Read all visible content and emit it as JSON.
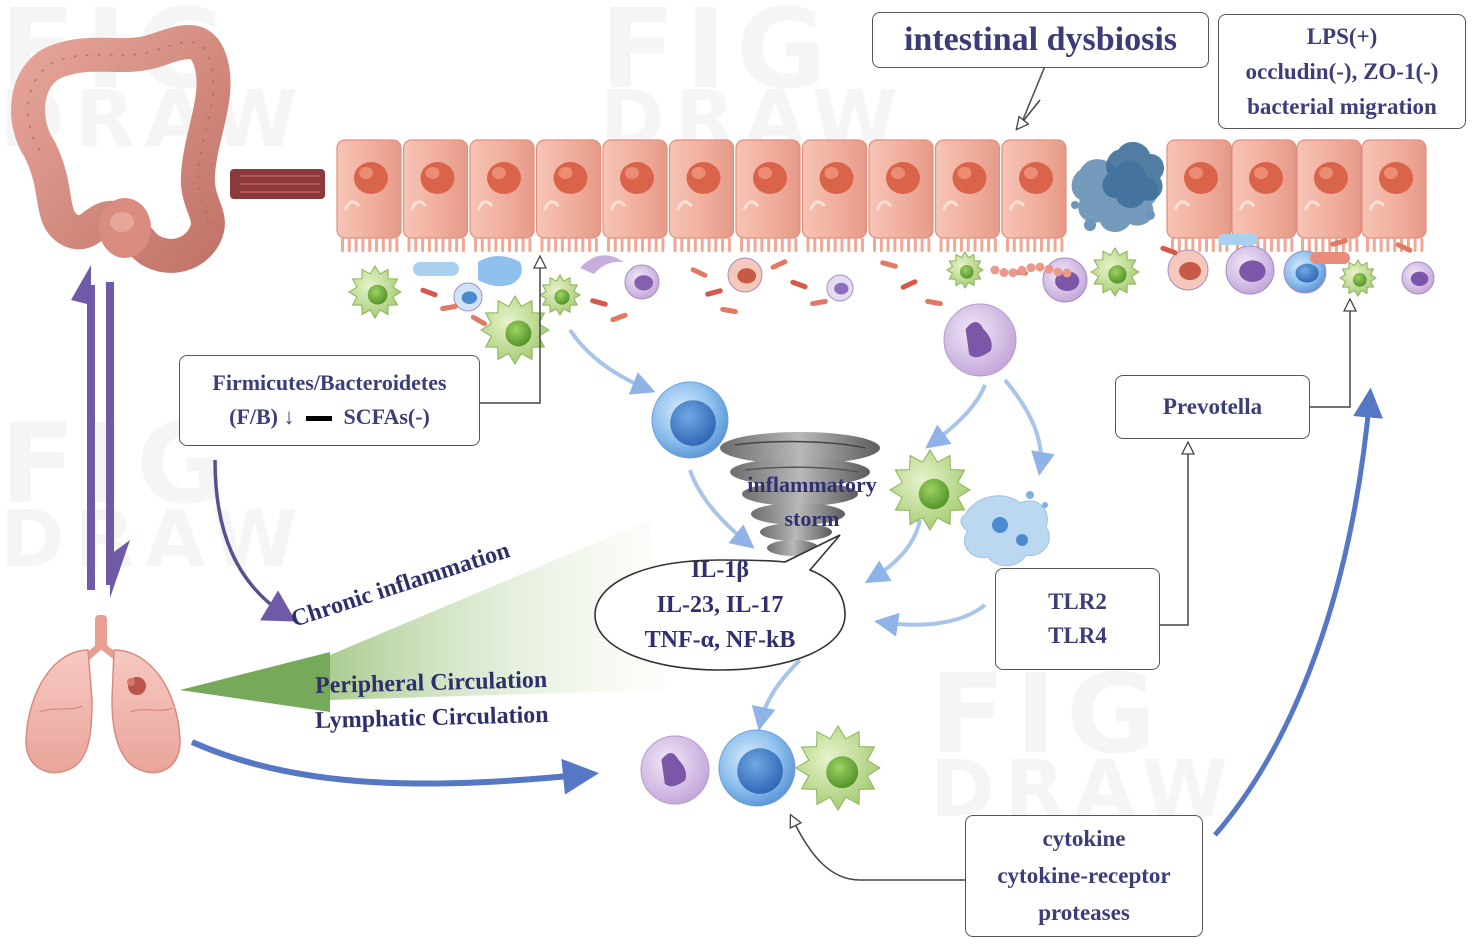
{
  "gut_issue": {
    "title": "intestinal dysbiosis",
    "effects": [
      "LPS(+)",
      "occludin(-), ZO-1(-)",
      "bacterial migration"
    ]
  },
  "microbiota_box": {
    "line1": "Firmicutes/Bacteroidetes",
    "line2": "(F/B) ↓",
    "line2_tail": "SCFAs(-)"
  },
  "storm": {
    "line1": "inflammatory",
    "line2": "storm"
  },
  "cytokines": [
    "IL-1β",
    "IL-23, IL-17",
    "TNF-α, NF-kB"
  ],
  "pathway_labels": {
    "chronic": "Chronic inflammation",
    "peripheral": "Peripheral Circulation",
    "lymphatic": "Lymphatic Circulation"
  },
  "receptors": [
    "TLR2",
    "TLR4"
  ],
  "bacterium": "Prevotella",
  "mediators": [
    "cytokine",
    "cytokine-receptor",
    "proteases"
  ],
  "watermark": {
    "fig": "FIG",
    "draw": "DRAW"
  },
  "colors": {
    "epithelium": "#f2b4a4",
    "nucleus": "#d96a4e",
    "purple_arrow": "#6f5aa8",
    "blue_arrow": "#5577c4",
    "green_arrow": "#7fb56a",
    "text": "#2f2f6e"
  }
}
